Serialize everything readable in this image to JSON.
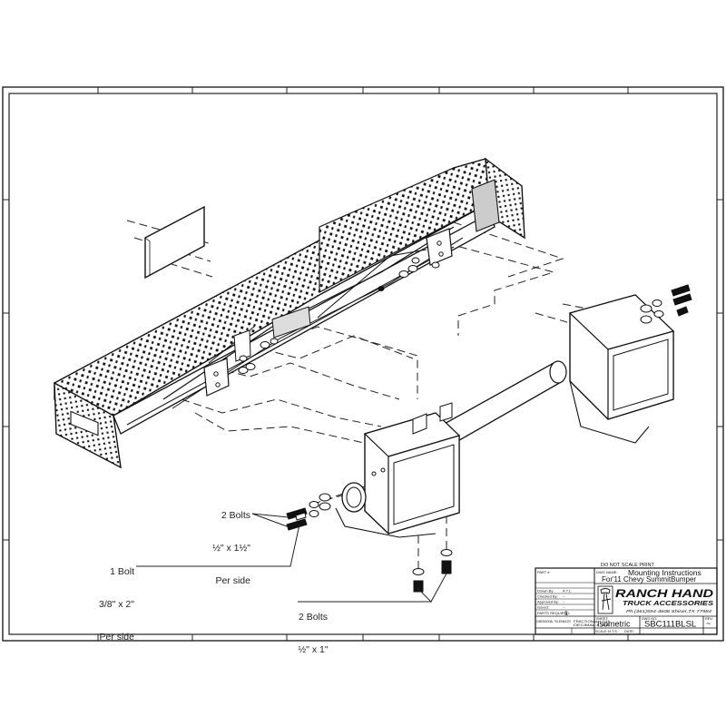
{
  "callouts": {
    "bolts_a": {
      "line1": "2 Bolts",
      "line2": "½\" x 1½\"",
      "line3": "Per side"
    },
    "bolt_b": {
      "line1": "1 Bolt",
      "line2": "3/8\" x 2\"",
      "line3": "Per side"
    },
    "bolts_c": {
      "line1": "2 Bolts",
      "line2": "½\" x 1\""
    }
  },
  "title_block": {
    "notice": "DO NOT SCALE PRINT",
    "part_label": "PART #",
    "dwg_name_label": "DWG NAME:",
    "dwg_name_line1": "Mounting Instructions",
    "dwg_name_line2": "For'11 Chevy SummitBumper",
    "drawn_by_label": "Drawn By:",
    "drawn_by": "A.T.L.",
    "checked_by_label": "Checked By:",
    "checked_by": "--",
    "approved_by_label": "Approved By:",
    "approved_by": "--",
    "issued_label": "Issued:",
    "issued": "--",
    "parts_required_label": "PARTS REQUIRED:",
    "parts_required": "1",
    "sheet_label": "SHEET:",
    "sheet": "Isometric",
    "dwg_no_label": "DWG NO:",
    "dwg_no": "SBC111BLSL",
    "rev_label": "REV:",
    "rev": "~",
    "tolerances_label": "DIMENSIONAL TOLERANCES",
    "fractional": "FRACTIONAL ± 1/16",
    "decimal": "DECIMAL ± .005",
    "scale_label": "SCALE:",
    "scale": "N.T.S.",
    "date_label": "DATE:",
    "logo_line1": "RANCH HAND",
    "logo_line2": "TRUCK ACCESSORIES",
    "logo_line3": "Ph.(361)594-4608 Shiner,TX 77984"
  }
}
